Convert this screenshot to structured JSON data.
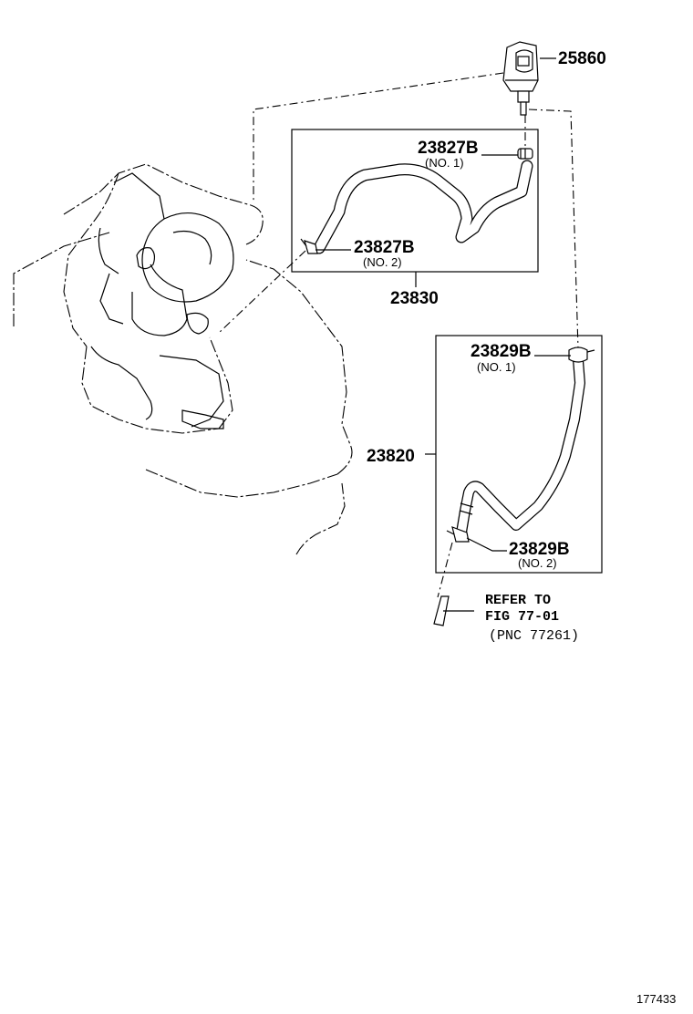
{
  "parts": {
    "p25860": {
      "number": "25860"
    },
    "p23827b_1": {
      "number": "23827B",
      "note": "(NO. 1)"
    },
    "p23827b_2": {
      "number": "23827B",
      "note": "(NO. 2)"
    },
    "p23830": {
      "number": "23830"
    },
    "p23829b_1": {
      "number": "23829B",
      "note": "(NO. 1)"
    },
    "p23820": {
      "number": "23820"
    },
    "p23829b_2": {
      "number": "23829B",
      "note": "(NO. 2)"
    }
  },
  "reference": {
    "line1": "REFER TO",
    "line2": "FIG 77-01",
    "line3": "(PNC 77261)"
  },
  "figure_id": "177433"
}
